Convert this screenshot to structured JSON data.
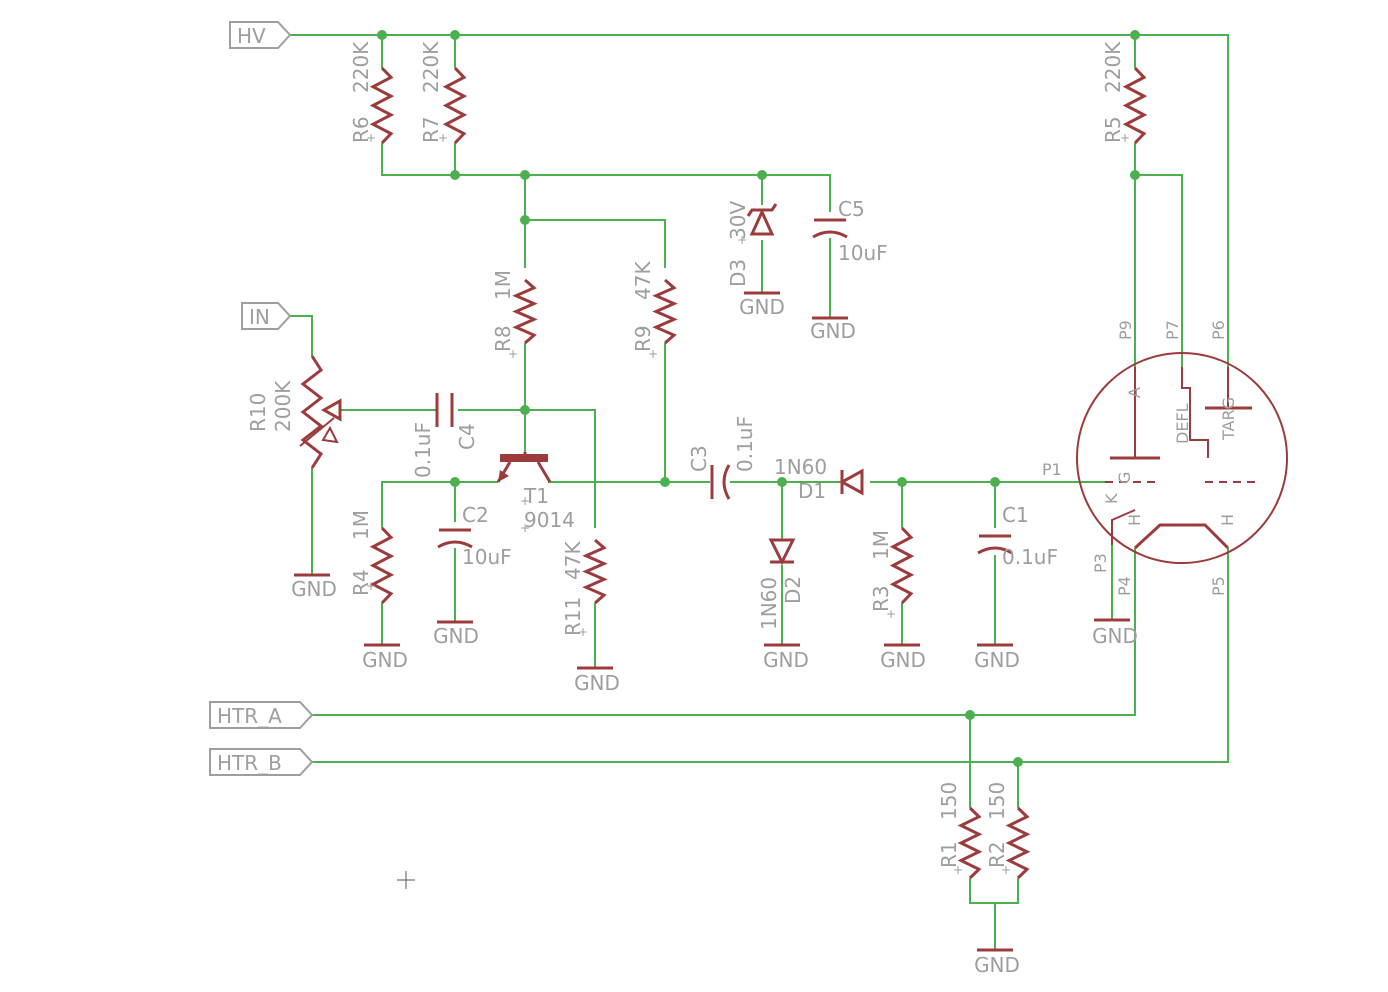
{
  "colors": {
    "wire": "#4caf50",
    "part": "#9c3b3b",
    "label": "#9e9e9e",
    "junction": "#4caf50"
  },
  "ports": {
    "hv": "HV",
    "in": "IN",
    "htr_a": "HTR_A",
    "htr_b": "HTR_B"
  },
  "gnd": "GND",
  "parts": {
    "r6": {
      "name": "R6",
      "value": "220K"
    },
    "r7": {
      "name": "R7",
      "value": "220K"
    },
    "r5": {
      "name": "R5",
      "value": "220K"
    },
    "r8": {
      "name": "R8",
      "value": "1M"
    },
    "r9": {
      "name": "R9",
      "value": "47K"
    },
    "r10": {
      "name": "R10",
      "value": "200K"
    },
    "r4": {
      "name": "R4",
      "value": "1M"
    },
    "r11": {
      "name": "R11",
      "value": "47K"
    },
    "r3": {
      "name": "R3",
      "value": "1M"
    },
    "r1": {
      "name": "R1",
      "value": "150"
    },
    "r2": {
      "name": "R2",
      "value": "150"
    },
    "c5": {
      "name": "C5",
      "value": "10uF"
    },
    "c4": {
      "name": "C4",
      "value": "0.1uF"
    },
    "c2": {
      "name": "C2",
      "value": "10uF"
    },
    "c3": {
      "name": "C3",
      "value": "0.1uF"
    },
    "c1": {
      "name": "C1",
      "value": "0.1uF"
    },
    "d3": {
      "name": "D3",
      "value": "30V"
    },
    "d1": {
      "name": "D1",
      "value": "1N60"
    },
    "d2": {
      "name": "D2",
      "value": "1N60"
    },
    "t1": {
      "name": "T1",
      "value": "9014"
    }
  },
  "tube": {
    "pins": {
      "p1": "P1",
      "p3": "P3",
      "p4": "P4",
      "p5": "P5",
      "p6": "P6",
      "p7": "P7",
      "p9": "P9"
    },
    "labels": {
      "a": "A",
      "defl": "DEFL",
      "targ": "TARG",
      "k": "K",
      "g": "G",
      "h1": "H",
      "h2": "H"
    }
  }
}
